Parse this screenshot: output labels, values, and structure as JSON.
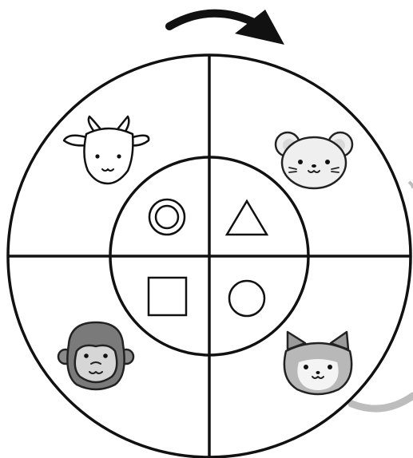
{
  "diagram": {
    "rotation_arrow": {
      "direction": "clockwise",
      "icon": "curved-arrow-icon"
    },
    "outer_ring": {
      "quadrants": [
        {
          "position": "top-left",
          "animal": "goat",
          "icon": "goat-face-icon"
        },
        {
          "position": "top-right",
          "animal": "mouse",
          "icon": "mouse-face-icon"
        },
        {
          "position": "bottom-left",
          "animal": "gorilla",
          "icon": "gorilla-face-icon"
        },
        {
          "position": "bottom-right",
          "animal": "cat",
          "icon": "cat-face-icon"
        }
      ]
    },
    "inner_circle": {
      "quadrants": [
        {
          "position": "top-left",
          "shape": "double-circle",
          "icon": "double-circle-icon"
        },
        {
          "position": "top-right",
          "shape": "triangle",
          "icon": "triangle-icon"
        },
        {
          "position": "bottom-left",
          "shape": "square",
          "icon": "square-icon"
        },
        {
          "position": "bottom-right",
          "shape": "circle",
          "icon": "circle-icon"
        }
      ]
    },
    "colors": {
      "line": "#111111",
      "gray_face": "#c9c9c9",
      "dark_gray": "#7a7a7a",
      "light_fill": "#efefef",
      "background_curve": "#bdbdbd"
    }
  }
}
